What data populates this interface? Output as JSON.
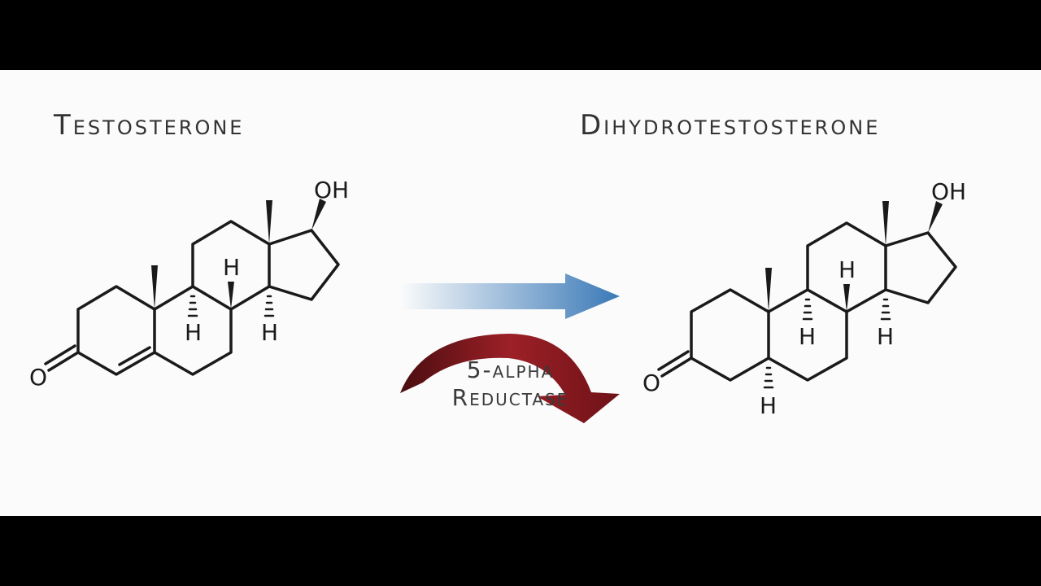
{
  "reactant": {
    "name": "Testosterone",
    "atoms": {
      "oxygen": "O",
      "hydroxyl": "OH",
      "hydrogen": "H"
    }
  },
  "product": {
    "name": "Dihydrotestosterone",
    "atoms": {
      "oxygen": "O",
      "hydroxyl": "OH",
      "hydrogen": "H"
    }
  },
  "enzyme": {
    "line1": "5-alpha",
    "line2": "Reductase"
  },
  "colors": {
    "background": "#000000",
    "panel": "#fbfbfb",
    "reaction_arrow": "#3a79b7",
    "enzyme_arrow": "#8b1a1f",
    "text": "#333333"
  },
  "icons": {
    "reaction_arrow": "gradient-right-arrow-icon",
    "enzyme_arrow": "curved-arrow-icon"
  }
}
